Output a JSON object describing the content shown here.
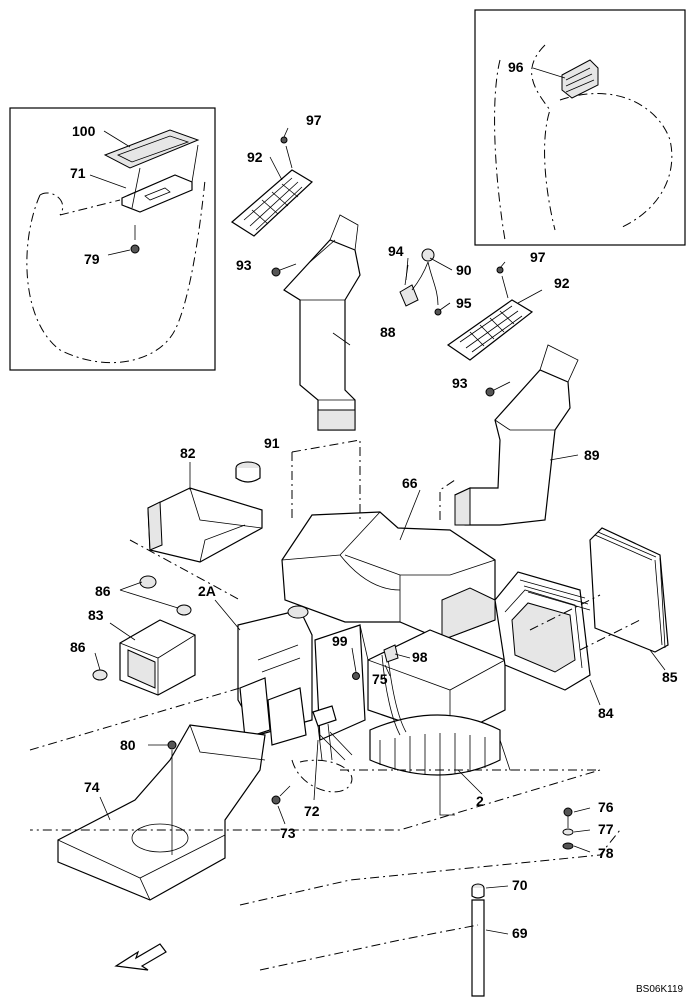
{
  "drawing_code": "BS06K119",
  "labels": {
    "p100": "100",
    "p71": "71",
    "p79": "79",
    "p97a": "97",
    "p92a": "92",
    "p93a": "93",
    "p88": "88",
    "p94": "94",
    "p90": "90",
    "p95": "95",
    "p97b": "97",
    "p92b": "92",
    "p93b": "93",
    "p89": "89",
    "p96": "96",
    "p82": "82",
    "p91": "91",
    "p66": "66",
    "p86a": "86",
    "p2A": "2A",
    "p83": "83",
    "p86b": "86",
    "p99": "99",
    "p98": "98",
    "p75": "75",
    "p85": "85",
    "p84": "84",
    "p80": "80",
    "p74": "74",
    "p72": "72",
    "p73": "73",
    "p2": "2",
    "p76": "76",
    "p77": "77",
    "p78": "78",
    "p70": "70",
    "p69": "69"
  }
}
